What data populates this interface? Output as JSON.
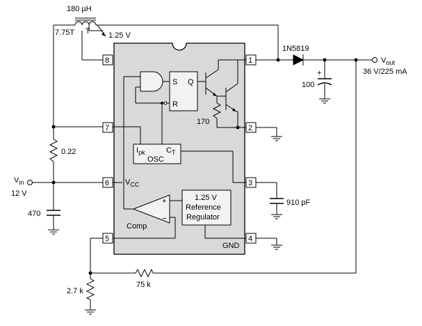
{
  "labels": {
    "inductor_value": "180 µH",
    "turns": "7.75T",
    "tap": "T",
    "tap_voltage": "1.25 V",
    "diode": "1N5819",
    "vout_main": "V",
    "vout_sub": "out",
    "vout_spec": "36 V/225 mA",
    "cap_out": "100",
    "cap_polarity": "+",
    "r_sense": "0.22",
    "vin_main": "V",
    "vin_sub": "in",
    "vin_volts": "12 V",
    "cap_in": "470",
    "vcc_main": "V",
    "vcc_sub": "CC",
    "ipk_main": "I",
    "ipk_sub": "pk",
    "osc": "OSC",
    "ct_main": "C",
    "ct_sub": "T",
    "latch_s": "S",
    "latch_r": "R",
    "latch_q": "Q",
    "r_base": "170",
    "ref_line1": "1.25 V",
    "ref_line2": "Reference",
    "ref_line3": "Regulator",
    "comp": "Comp",
    "comp_plus": "+",
    "comp_minus": "−",
    "gnd": "GND",
    "cap_timing": "910 pF",
    "r_bottom": "2.7 k",
    "r_feedback": "75 k"
  },
  "pins": {
    "p1": "1",
    "p2": "2",
    "p3": "3",
    "p4": "4",
    "p5": "5",
    "p6": "6",
    "p7": "7",
    "p8": "8"
  }
}
